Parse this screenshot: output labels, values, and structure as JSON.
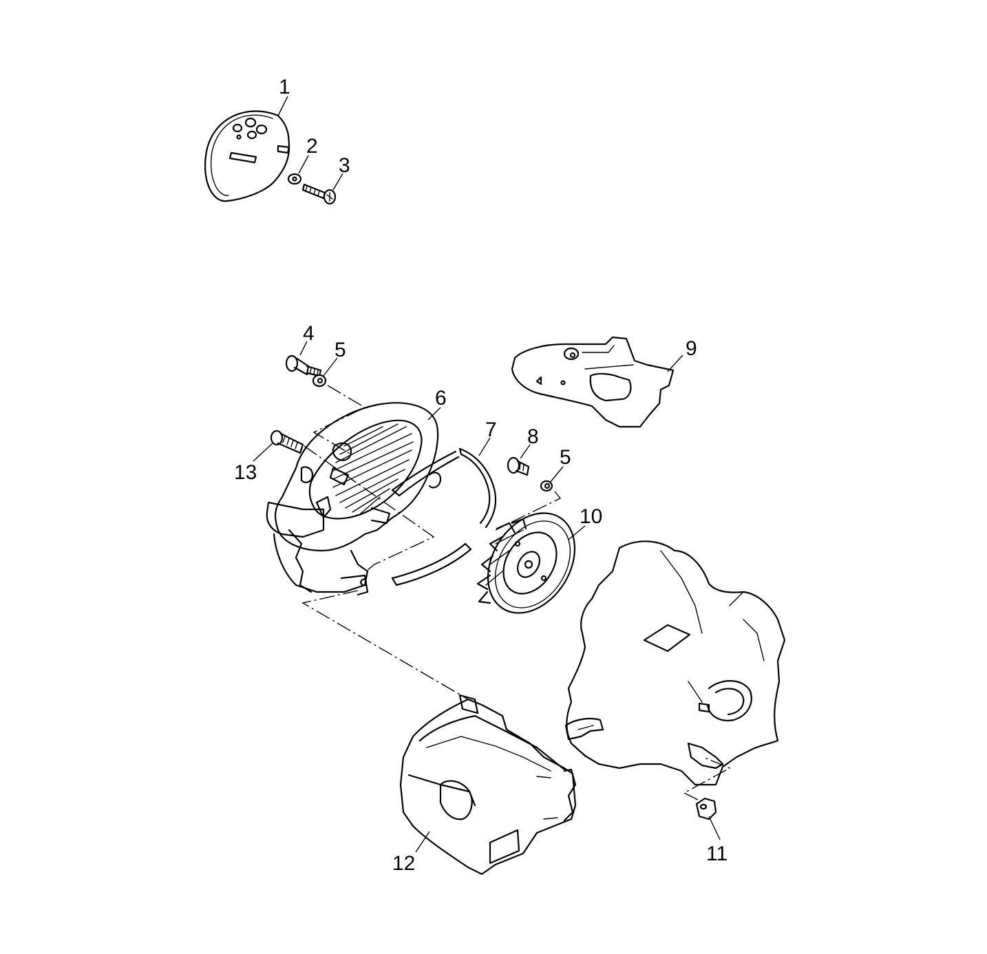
{
  "callouts": [
    {
      "id": "1",
      "text": "1"
    },
    {
      "id": "2",
      "text": "2"
    },
    {
      "id": "3",
      "text": "3"
    },
    {
      "id": "4",
      "text": "4"
    },
    {
      "id": "5a",
      "text": "5"
    },
    {
      "id": "6",
      "text": "6"
    },
    {
      "id": "7",
      "text": "7"
    },
    {
      "id": "8",
      "text": "8"
    },
    {
      "id": "5b",
      "text": "5"
    },
    {
      "id": "9",
      "text": "9"
    },
    {
      "id": "10",
      "text": "10"
    },
    {
      "id": "11",
      "text": "11"
    },
    {
      "id": "12",
      "text": "12"
    },
    {
      "id": "13",
      "text": "13"
    }
  ]
}
